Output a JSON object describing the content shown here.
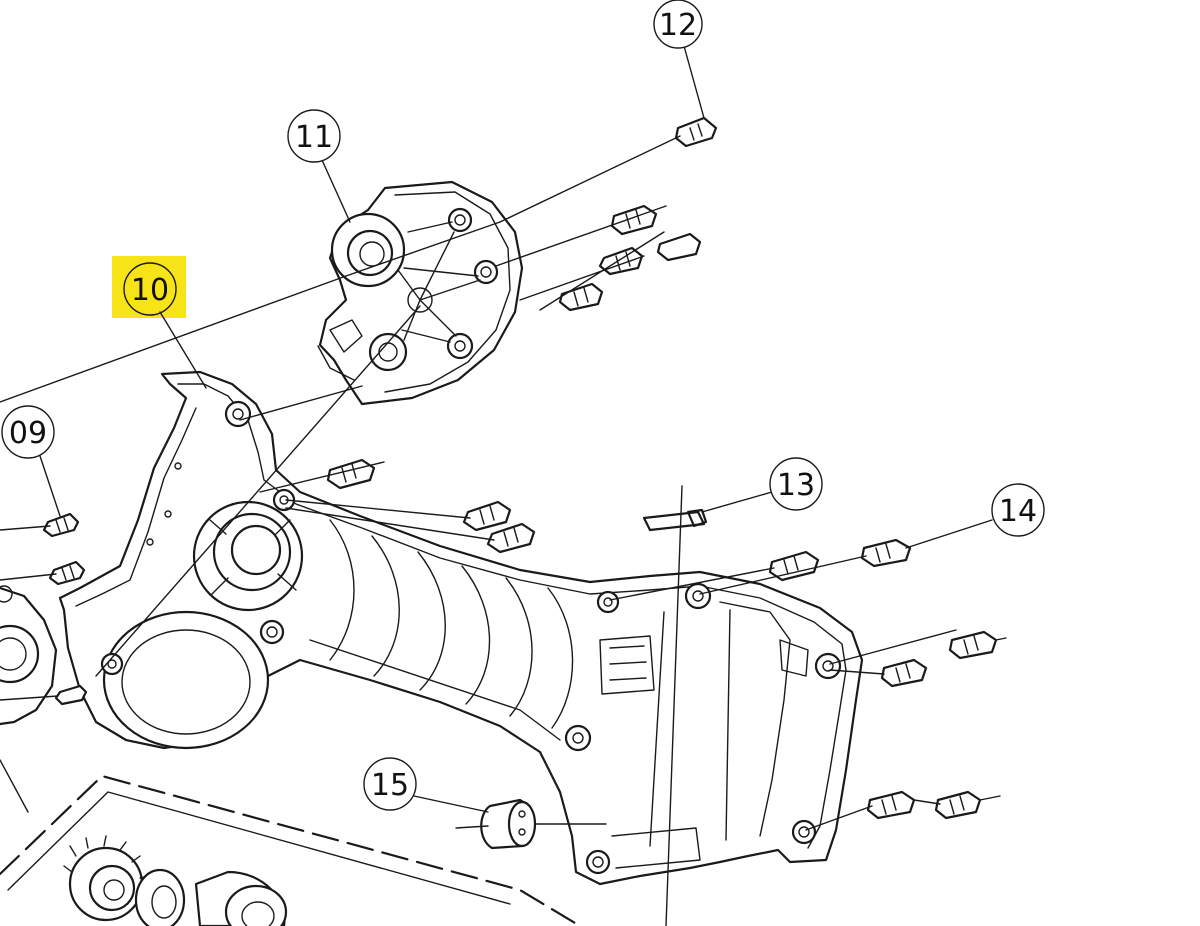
{
  "diagram": {
    "colors": {
      "line": "#1a1a1a",
      "background": "#ffffff",
      "highlight": "#f7e418"
    },
    "callouts": [
      {
        "id": "c09",
        "label": "09"
      },
      {
        "id": "c10",
        "label": "10",
        "highlighted": true
      },
      {
        "id": "c11",
        "label": "11"
      },
      {
        "id": "c12",
        "label": "12"
      },
      {
        "id": "c13",
        "label": "13"
      },
      {
        "id": "c14",
        "label": "14"
      },
      {
        "id": "c15",
        "label": "15"
      }
    ]
  }
}
